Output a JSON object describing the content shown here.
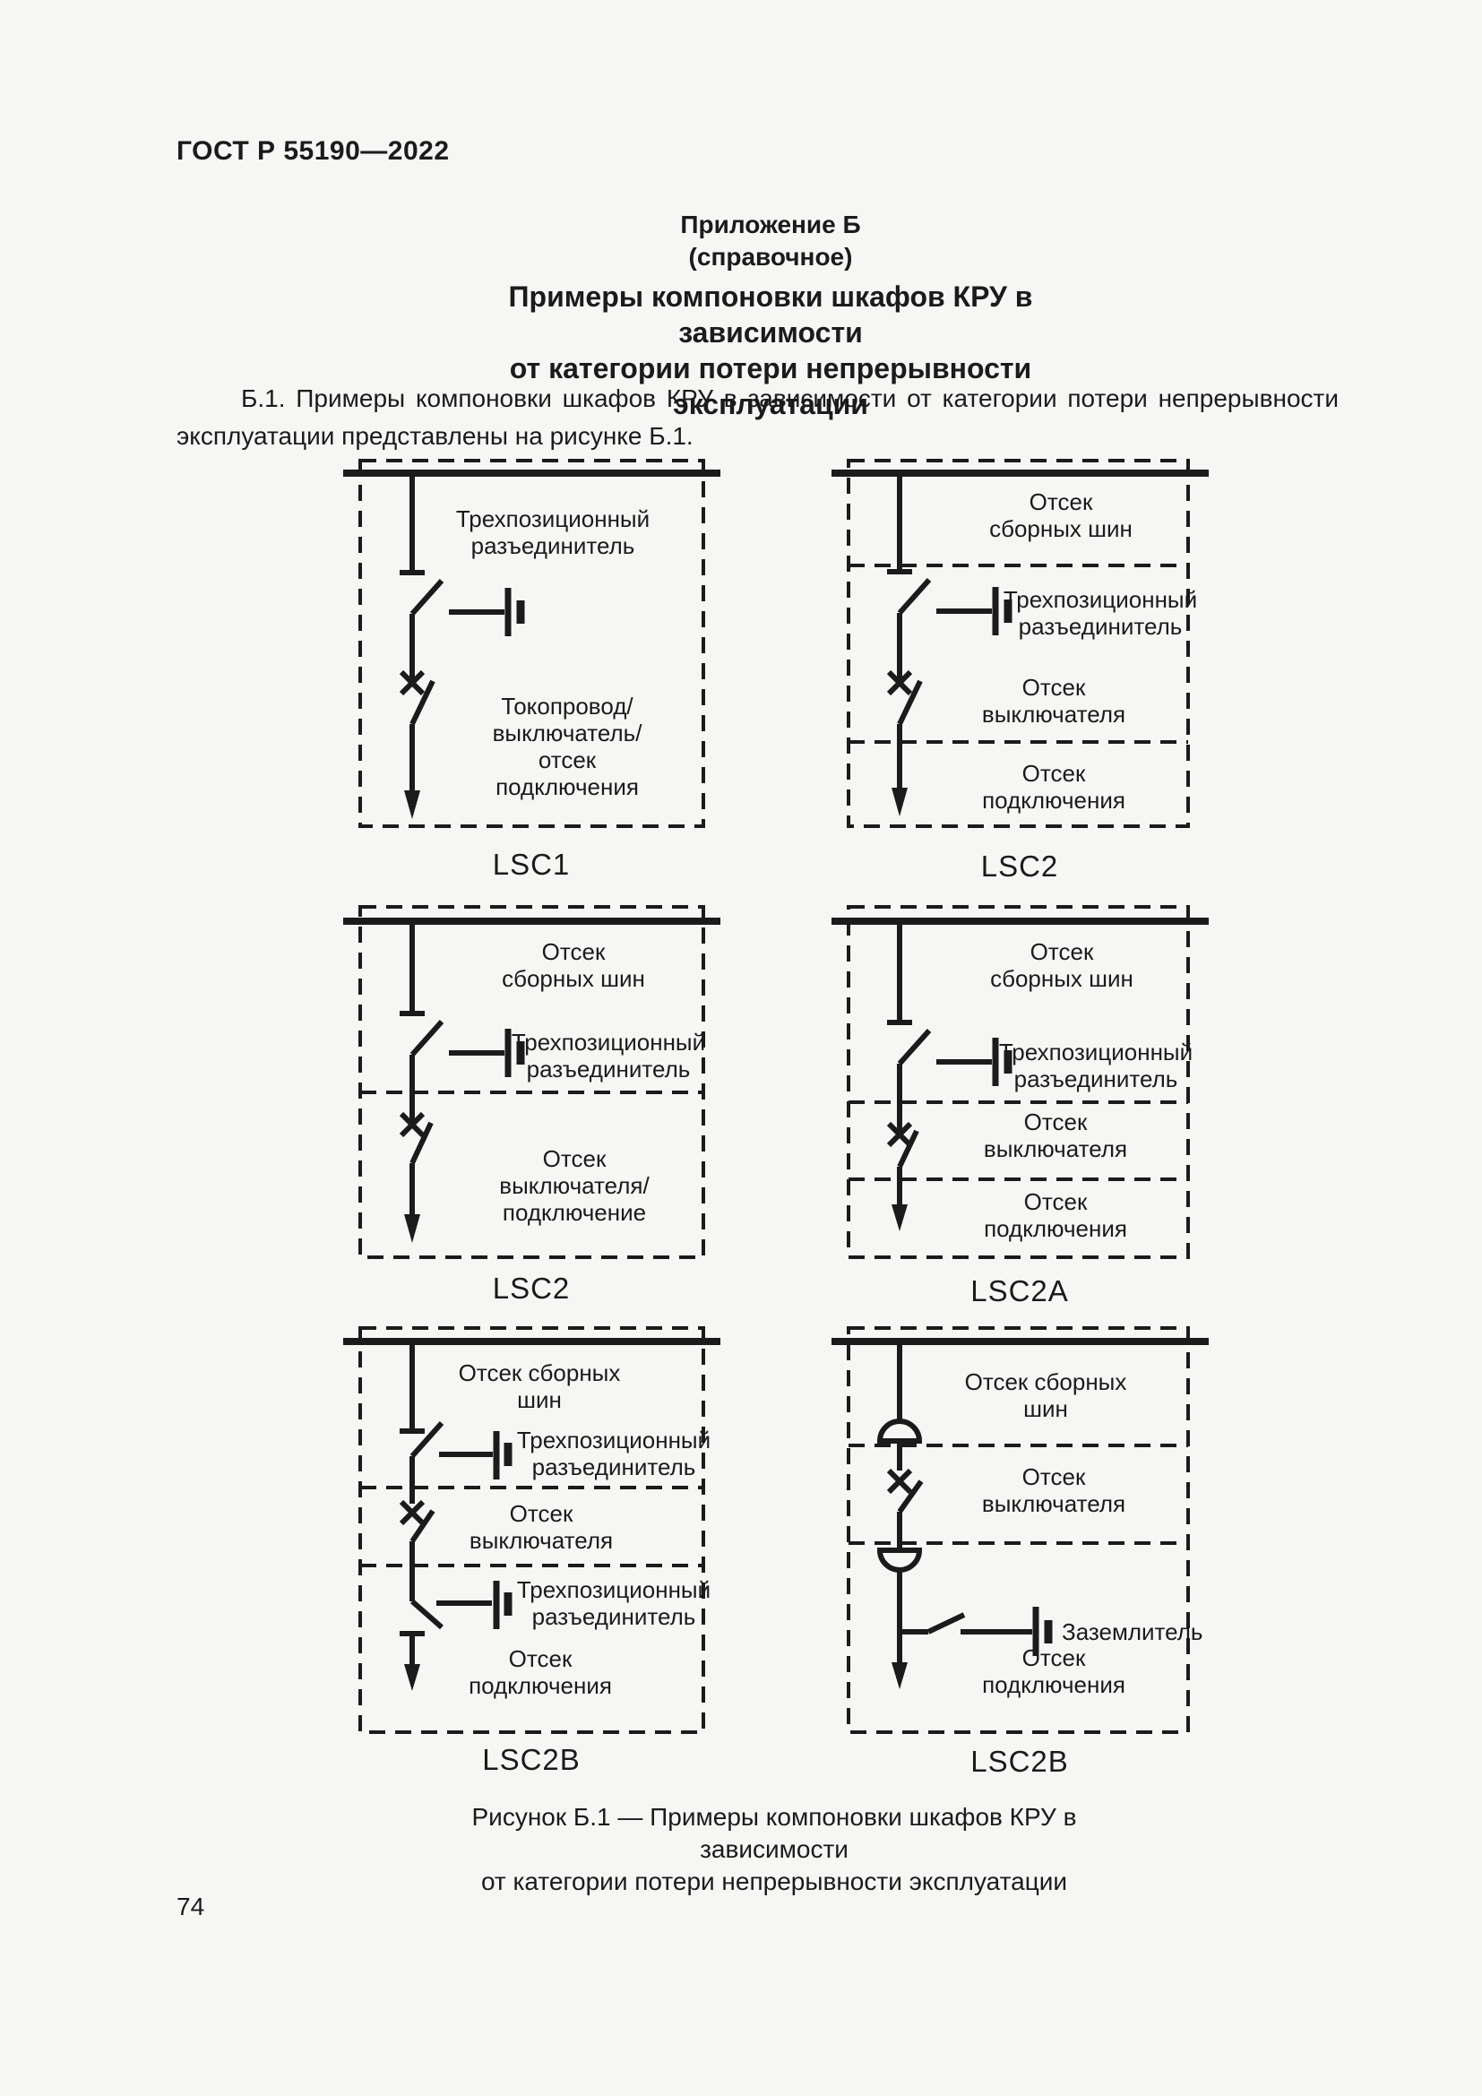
{
  "page": {
    "header": "ГОСТ Р 55190—2022",
    "appendix_title": "Приложение Б",
    "appendix_type": "(справочное)",
    "title": "Примеры компоновки шкафов КРУ в зависимости\nот категории потери непрерывности эксплуатации",
    "intro": "Б.1. Примеры компоновки шкафов КРУ в зависимости от категории потери непрерывности эксплуатации представлены на рисунке Б.1.",
    "figure_caption": "Рисунок Б.1 — Примеры компоновки шкафов КРУ в зависимости\nот категории потери непрерывности эксплуатации",
    "page_number": "74"
  },
  "labels": {
    "busbar_compartment": "Отсек сборных шин",
    "three_position_disconnector": "Трехпозиционный\nразъединитель",
    "breaker_compartment": "Отсек выключателя",
    "connection_compartment": "Отсек подключения",
    "breaker_connection_compartment": "Отсек выключателя/\nподключение",
    "conductor_breaker_connection": "Токопровод/\nвыключатель/отсек\nподключения",
    "earthing_switch": "Заземлитель"
  },
  "diagrams": [
    {
      "name": "LSC1"
    },
    {
      "name": "LSC2"
    },
    {
      "name": "LSC2"
    },
    {
      "name": "LSC2A"
    },
    {
      "name": "LSC2B"
    },
    {
      "name": "LSC2B"
    }
  ]
}
